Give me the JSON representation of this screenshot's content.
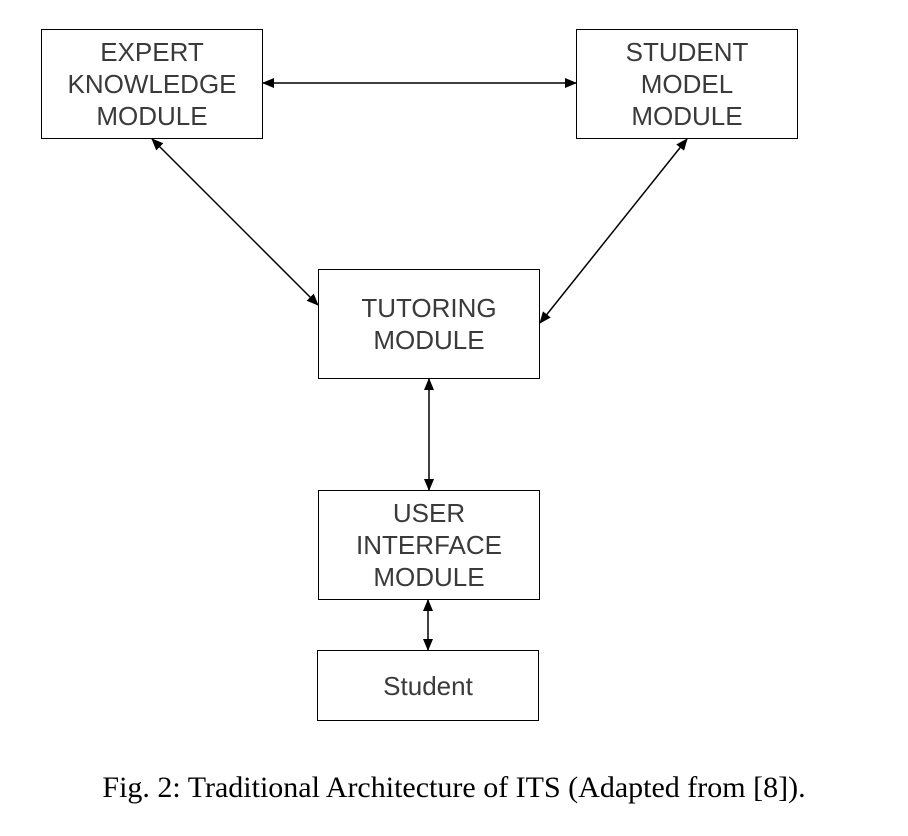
{
  "diagram": {
    "nodes": {
      "expert": {
        "lines": [
          "EXPERT",
          "KNOWLEDGE",
          "MODULE"
        ]
      },
      "student_model": {
        "lines": [
          "STUDENT",
          "MODEL",
          "MODULE"
        ]
      },
      "tutoring": {
        "lines": [
          "TUTORING",
          "MODULE"
        ]
      },
      "user_interface": {
        "lines": [
          "USER",
          "INTERFACE",
          "MODULE"
        ]
      },
      "student": {
        "lines": [
          "Student"
        ]
      }
    },
    "edges": [
      {
        "from": "expert",
        "to": "student_model",
        "direction": "both"
      },
      {
        "from": "expert",
        "to": "tutoring",
        "direction": "both"
      },
      {
        "from": "student_model",
        "to": "tutoring",
        "direction": "both"
      },
      {
        "from": "tutoring",
        "to": "user_interface",
        "direction": "both"
      },
      {
        "from": "user_interface",
        "to": "student",
        "direction": "both"
      }
    ]
  },
  "caption": "Fig. 2: Traditional Architecture of ITS (Adapted from [8]).",
  "colors": {
    "line": "#000000",
    "box_text": "#3a3a3a",
    "background": "#ffffff"
  }
}
